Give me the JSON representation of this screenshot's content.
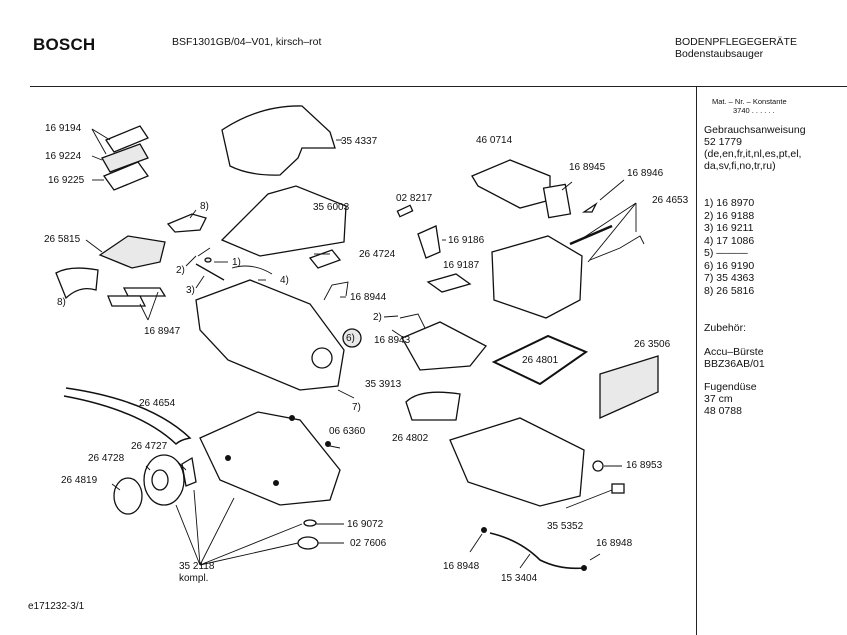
{
  "header": {
    "brand": "BOSCH",
    "model": "BSF1301GB/04–V01, kirsch–rot",
    "category": "BODENPFLEGEGERÄTE",
    "subcategory": "Bodenstaubsauger"
  },
  "sidebar": {
    "mat_nr_label": "Mat. – Nr. – Konstante",
    "mat_nr_value": "3740  .  .  .  .  .  .",
    "manual_title": "Gebrauchsanweisung",
    "manual_number": "52 1779",
    "manual_langs_1": "(de,en,fr,it,nl,es,pt,el,",
    "manual_langs_2": "da,sv,fi,no,tr,ru)",
    "footnotes": [
      "1) 16 8970",
      "2) 16 9188",
      "3) 16 9211",
      "4) 17 1086",
      "5) ———",
      "6) 16 9190",
      "7) 35 4363",
      "8) 26 5816"
    ],
    "accessories_title": "Zubehör:",
    "accessory_1_name": "Accu–Bürste",
    "accessory_1_code": "BBZ36AB/01",
    "accessory_2_name": "Fugendüse",
    "accessory_2_size": "37 cm",
    "accessory_2_code": "48 0788"
  },
  "diagram": {
    "part_labels": [
      {
        "id": "p169194",
        "text": "16 9194"
      },
      {
        "id": "p169224",
        "text": "16 9224"
      },
      {
        "id": "p169225",
        "text": "16 9225"
      },
      {
        "id": "p265815",
        "text": "26 5815"
      },
      {
        "id": "n8a",
        "text": "8)"
      },
      {
        "id": "n8b",
        "text": "8)"
      },
      {
        "id": "p168947",
        "text": "16 8947"
      },
      {
        "id": "n2a",
        "text": "2)"
      },
      {
        "id": "n3",
        "text": "3)"
      },
      {
        "id": "n1",
        "text": "1)"
      },
      {
        "id": "n4",
        "text": "4)"
      },
      {
        "id": "p354337",
        "text": "35 4337"
      },
      {
        "id": "p356003",
        "text": "35 6003"
      },
      {
        "id": "p264724",
        "text": "26 4724"
      },
      {
        "id": "p168944",
        "text": "16 8944"
      },
      {
        "id": "p028217",
        "text": "02 8217"
      },
      {
        "id": "p169186",
        "text": "16 9186"
      },
      {
        "id": "p169187",
        "text": "16 9187"
      },
      {
        "id": "p460714",
        "text": "46 0714"
      },
      {
        "id": "p168945",
        "text": "16 8945"
      },
      {
        "id": "p168946",
        "text": "16 8946"
      },
      {
        "id": "p264653",
        "text": "26 4653"
      },
      {
        "id": "n2b",
        "text": "2)"
      },
      {
        "id": "p168943",
        "text": "16 8943"
      },
      {
        "id": "p353913",
        "text": "35 3913"
      },
      {
        "id": "p264801",
        "text": "26 4801"
      },
      {
        "id": "p263506",
        "text": "26 3506"
      },
      {
        "id": "p264802",
        "text": "26 4802"
      },
      {
        "id": "n6",
        "text": "6)"
      },
      {
        "id": "n7",
        "text": "7)"
      },
      {
        "id": "p264654",
        "text": "26 4654"
      },
      {
        "id": "p066360",
        "text": "06 6360"
      },
      {
        "id": "p264727",
        "text": "26 4727"
      },
      {
        "id": "p264728",
        "text": "26 4728"
      },
      {
        "id": "p264819",
        "text": "26 4819"
      },
      {
        "id": "p169072",
        "text": "16 9072"
      },
      {
        "id": "p027606",
        "text": "02 7606"
      },
      {
        "id": "p352118",
        "text": "35 2118"
      },
      {
        "id": "kompl",
        "text": "kompl."
      },
      {
        "id": "p168953",
        "text": "16 8953"
      },
      {
        "id": "p355352",
        "text": "35 5352"
      },
      {
        "id": "p168948a",
        "text": "16 8948"
      },
      {
        "id": "p168948b",
        "text": "16 8948"
      },
      {
        "id": "p153404",
        "text": "15 3404"
      }
    ]
  },
  "footer": {
    "doc_id": "e171232-3/1"
  }
}
